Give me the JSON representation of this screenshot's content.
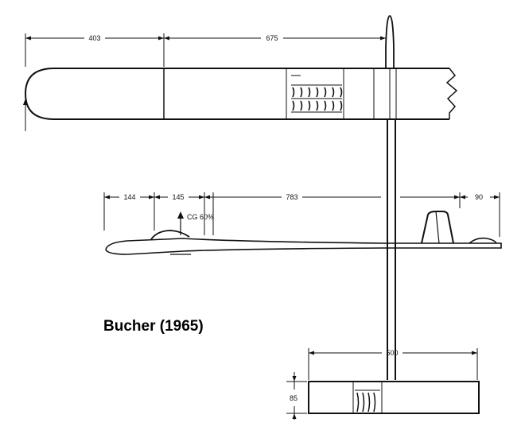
{
  "title": "Bucher (1965)",
  "dimensions": {
    "wing_inner": "403",
    "wing_outer": "675",
    "fus_nose": "144",
    "fus_cg": "145",
    "fus_main": "783",
    "fus_tail": "90",
    "stab_span": "500",
    "stab_chord": "85"
  },
  "cg_label": "CG 60%"
}
